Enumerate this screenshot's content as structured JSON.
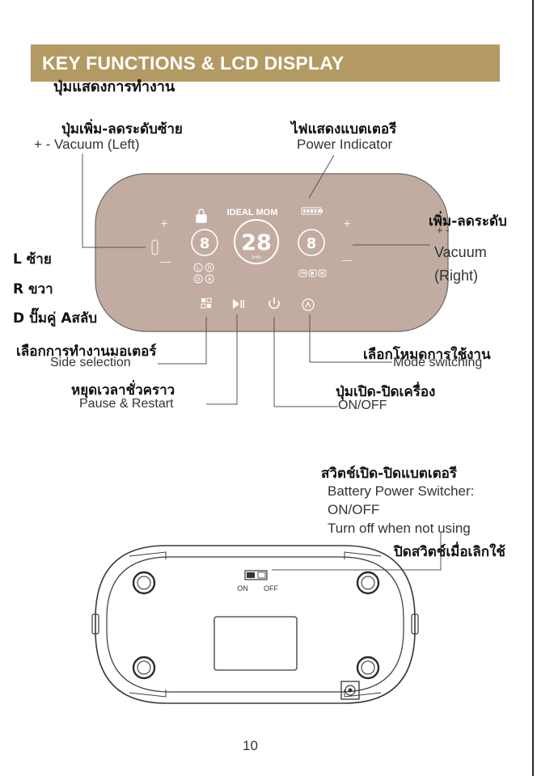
{
  "header": {
    "title": "KEY FUNCTIONS & LCD DISPLAY",
    "subtitle_th": "ปุ่มแสดงการทำงาน",
    "banner_color": "#b39a63"
  },
  "device": {
    "brand": "IDEAL MOM",
    "lcd_value": "28",
    "lcd_unit": "mm",
    "left_digit": "8",
    "right_digit": "8",
    "left_mode_letters": [
      "L",
      "R",
      "D",
      "A"
    ],
    "lcd_plus": "+",
    "lcd_minus": "—",
    "panel_color": "#c2aca2",
    "icons": [
      "lock-icon",
      "battery-icon",
      "side-selection-icon",
      "pause-restart-icon",
      "power-icon",
      "mode-icon"
    ]
  },
  "labels": {
    "vacuum_left_th": "ปุ่มเพิ่ม-ลดระดับซ้าย",
    "vacuum_left_en": "+ - Vacuum (Left)",
    "power_indicator_th": "ไฟแสดงแบตเตอรี",
    "power_indicator_en": "Power Indicator",
    "vacuum_right_th": "เพิ่ม-ลดระดับ",
    "vacuum_right_symbols": "+ -",
    "vacuum_right_en_1": "Vacuum",
    "vacuum_right_en_2": "(Right)",
    "legend_l": "L ซ้าย",
    "legend_r": "R ขวา",
    "legend_d": "D ปั๊มคู่ Aสลับ",
    "side_selection_th": "เลือกการทำงานมอเตอร์",
    "side_selection_en": "Side selection",
    "mode_switching_th": "เลือกโหมดการใช้งาน",
    "mode_switching_en": "Mode switching",
    "pause_th": "หยุดเวลาชั่วคราว",
    "pause_en": "Pause & Restart",
    "onoff_th": "ปุ่มเปิด-ปิดเครื่อง",
    "onoff_en": "ON/OFF",
    "battery_switch_th": "สวิตช์เปิด-ปิดแบตเตอรี",
    "battery_switch_en_1": "Battery Power Switcher:",
    "battery_switch_en_2": "ON/OFF",
    "battery_switch_en_3": "Turn off when not using",
    "battery_switch_th_2": "ปิดสวิตช์เมื่อเลิกใช้",
    "switch_on": "ON",
    "switch_off": "OFF"
  },
  "page_number": "10"
}
